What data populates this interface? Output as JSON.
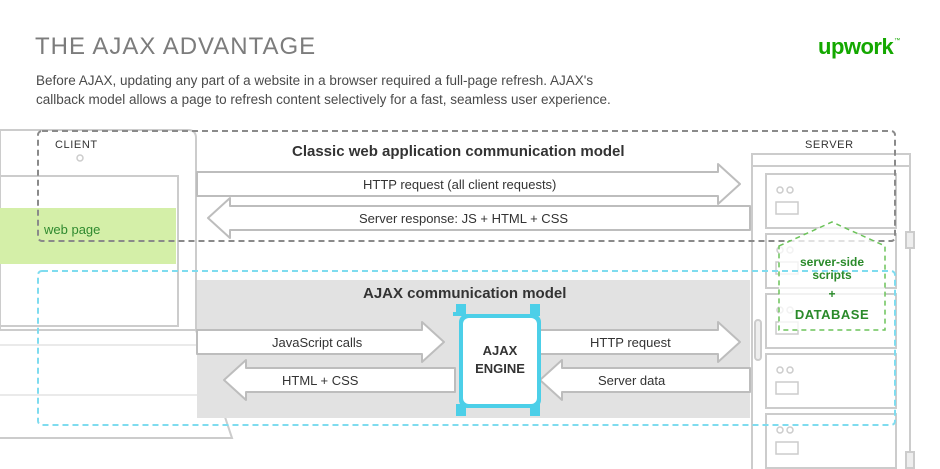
{
  "header": {
    "title": "THE AJAX ADVANTAGE",
    "intro_line1": "Before AJAX, updating any part of a website in a browser required a full-page refresh. AJAX's",
    "intro_line2": "callback model allows a page to refresh content selectively for a fast, seamless user experience.",
    "logo": "upwork",
    "logo_tm": "™"
  },
  "client": {
    "label": "CLIENT",
    "web_page": "web page"
  },
  "server": {
    "label": "SERVER",
    "scripts": "server-side scripts",
    "scripts_line1": "server-side",
    "scripts_line2": "scripts",
    "plus": "+",
    "database": "DATABASE"
  },
  "classic": {
    "heading": "Classic web application communication model",
    "request": "HTTP request (all client requests)",
    "response": "Server response: JS + HTML + CSS"
  },
  "ajax": {
    "heading": "AJAX communication model",
    "engine_line1": "AJAX",
    "engine_line2": "ENGINE",
    "js_calls": "JavaScript calls",
    "html_css": "HTML + CSS",
    "http_request": "HTTP request",
    "server_data": "Server data"
  },
  "colors": {
    "accent_green": "#14a800",
    "cyan": "#4ccfe8",
    "webpage_green": "#d4efa8",
    "panel_gray": "#e2e2e2"
  }
}
